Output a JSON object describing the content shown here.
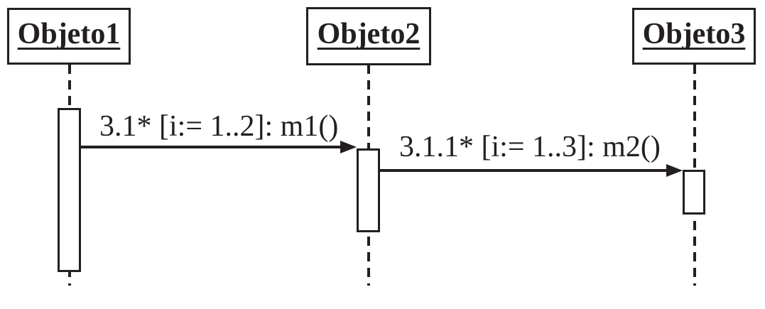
{
  "colors": {
    "ink": "#231f20",
    "background": "#ffffff"
  },
  "diagram_type": "uml-sequence-diagram",
  "objects": [
    {
      "name": "Objeto1"
    },
    {
      "name": "Objeto2"
    },
    {
      "name": "Objeto3"
    }
  ],
  "messages": [
    {
      "label": "3.1* [i:= 1..2]: m1()",
      "from": "Objeto1",
      "to": "Objeto2"
    },
    {
      "label": "3.1.1* [i:= 1..3]: m2()",
      "from": "Objeto2",
      "to": "Objeto3"
    }
  ]
}
